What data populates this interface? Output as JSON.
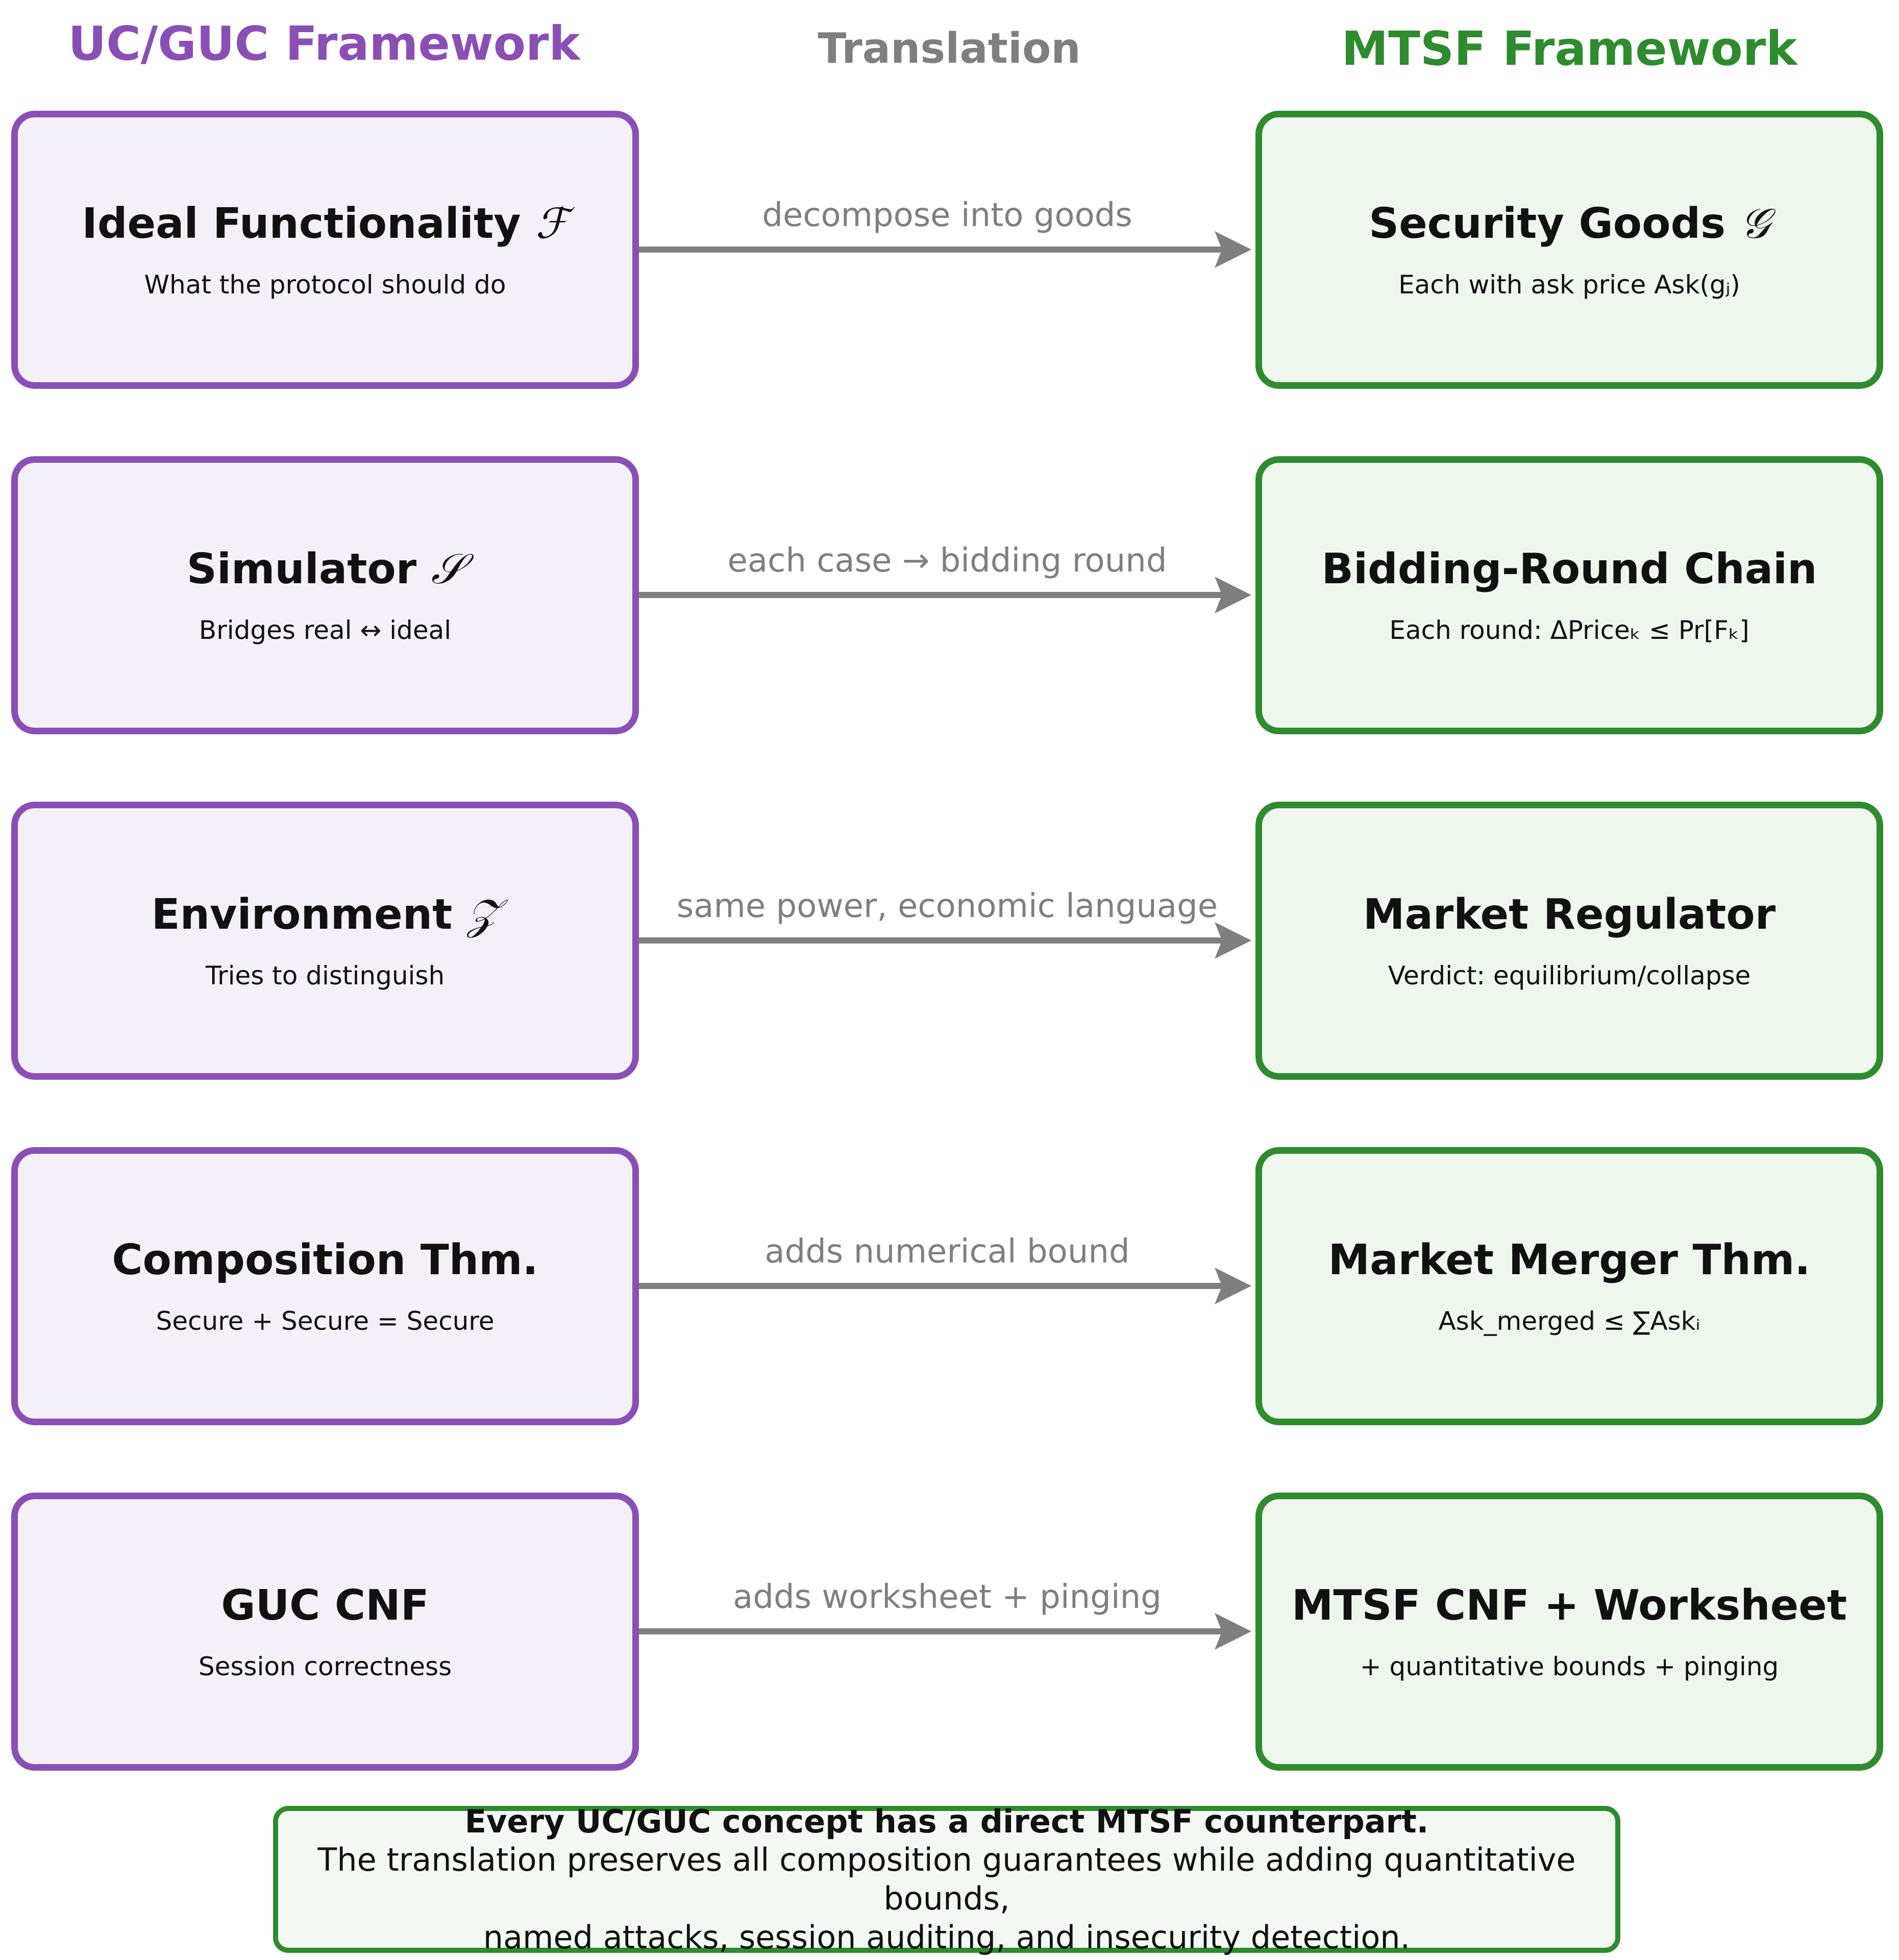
{
  "headers": {
    "left": "UC/GUC Framework",
    "middle": "Translation",
    "right": "MTSF Framework"
  },
  "rows": [
    {
      "left": {
        "title": "Ideal Functionality",
        "symbol": "ℱ",
        "subtitle": "What the protocol should do"
      },
      "arrow_label": "decompose into goods",
      "right": {
        "title": "Security Goods",
        "symbol": "𝒢",
        "subtitle": "Each with ask price Ask(gⱼ)"
      }
    },
    {
      "left": {
        "title": "Simulator",
        "symbol": "𝒮",
        "subtitle": "Bridges real ↔ ideal"
      },
      "arrow_label": "each case → bidding round",
      "right": {
        "title": "Bidding-Round Chain",
        "symbol": "",
        "subtitle": "Each round: ΔPriceₖ ≤ Pr[Fₖ]"
      }
    },
    {
      "left": {
        "title": "Environment",
        "symbol": "𝒵",
        "subtitle": "Tries to distinguish"
      },
      "arrow_label": "same power, economic language",
      "right": {
        "title": "Market Regulator",
        "symbol": "",
        "subtitle": "Verdict: equilibrium/collapse"
      }
    },
    {
      "left": {
        "title": "Composition Thm.",
        "symbol": "",
        "subtitle": "Secure + Secure = Secure"
      },
      "arrow_label": "adds numerical bound",
      "right": {
        "title": "Market Merger Thm.",
        "symbol": "",
        "subtitle": "Ask_merged ≤ ∑Askᵢ"
      }
    },
    {
      "left": {
        "title": "GUC CNF",
        "symbol": "",
        "subtitle": "Session correctness"
      },
      "arrow_label": "adds worksheet + pinging",
      "right": {
        "title": "MTSF CNF + Worksheet",
        "symbol": "",
        "subtitle": "+ quantitative bounds + pinging"
      }
    }
  ],
  "summary": {
    "line1": "Every UC/GUC concept has a direct MTSF counterpart.",
    "line2": "The translation preserves all composition guarantees while adding quantitative bounds,",
    "line3": "named attacks, session auditing, and insecurity detection."
  },
  "colors": {
    "uc_purple": "#8a4fb5",
    "mtsf_green": "#2e8b2e",
    "arrow_gray": "#7f7f7f"
  }
}
